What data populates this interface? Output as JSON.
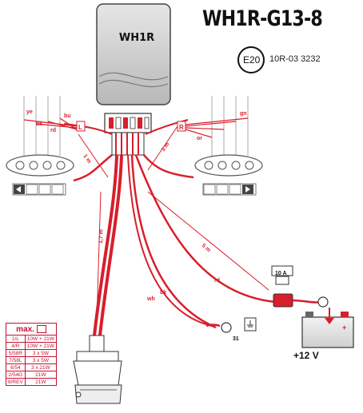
{
  "header": {
    "title": "WH1R-G13-8",
    "module_label": "WH1R",
    "approval_mark": "E20",
    "approval_number": "10R-03 3232"
  },
  "wires": {
    "left_colors": [
      "ye",
      "bk",
      "rd",
      "bu"
    ],
    "right_color_top": "gn",
    "right_color_bottom": "or",
    "left_lamp_letter": "L",
    "right_lamp_letter": "R",
    "left_length": "1 m",
    "right_length": "3 m",
    "socket_length": "1,7 m",
    "battery_length": "5 m",
    "ground_labels": [
      "wh",
      "bk"
    ],
    "battery_wire": "rd"
  },
  "fuse_label": "10 A",
  "battery_voltage": "+12 V",
  "ground_number": "31",
  "spec_table": {
    "header": "max.",
    "rows": [
      [
        "1/L",
        "10W + 21W"
      ],
      [
        "4/R",
        "10W + 21W"
      ],
      [
        "5/58R",
        "3 x 5W"
      ],
      [
        "7/58L",
        "3 x 5W"
      ],
      [
        "6/54",
        "3 x 21W"
      ],
      [
        "2/54G",
        "21W"
      ],
      [
        "8/REV",
        "21W"
      ]
    ]
  },
  "colors": {
    "wire_red": "#d81e2c",
    "accent_red": "#c8102e",
    "module_gray": "#c9c9c9",
    "outline": "#333333"
  }
}
